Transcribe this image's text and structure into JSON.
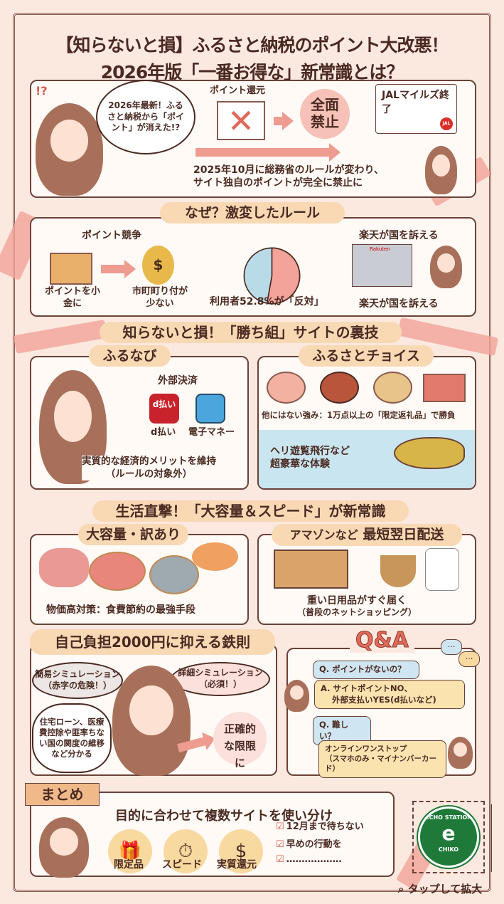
{
  "title": {
    "line1": "【知らないと損】ふるさと納税のポイント大改悪！",
    "line2": "2026年版「一番お得な」新常識とは？"
  },
  "intro": {
    "exclaim": "!?",
    "bubble": "2026年最新！ふるさと納税から「ポイント」が消えた!?",
    "point_label": "ポイント還元",
    "ban": "全面禁止",
    "jal": "JALマイルズ終了",
    "jal_logo": "JAL",
    "note_line1": "2025年10月に総務省のルールが変わり、",
    "note_line2": "サイト独自のポイントが完全に禁止に"
  },
  "why": {
    "header": "なぜ？激変したルール",
    "competition": "ポイント競争",
    "box_caption": "ポイントを小金に",
    "coins_caption": "市町町り付が少ない",
    "coin_symbol": "$",
    "poll_caption": "利用者52.8%が「反対」",
    "oppose_percent": 52.8,
    "rakuten_top": "楽天が国を訴える",
    "rakuten_bottom": "楽天が国を訴える",
    "building_sign": "Rakuten",
    "colors": {
      "oppose": "#f4a39a",
      "other": "#b9dbe8"
    }
  },
  "winners": {
    "header": "知らないと損！「勝ち組」サイトの裏技",
    "furunavi": {
      "header": "ふるなび",
      "external": "外部決済",
      "dpay_icon": "d払い",
      "dpay": "d払い",
      "emoney": "電子マネー",
      "merit1": "実質的な経済的メリットを維持",
      "merit2": "（ルールの対象外）"
    },
    "choice": {
      "header": "ふるさとチョイス",
      "strength": "他にはない強み：1万点以上の「限定返礼品」で勝負",
      "heli1": "ヘリ遊覧飛行など",
      "heli2": "超豪華な体験"
    }
  },
  "life": {
    "header": "生活直撃！「大容量＆スピード」が新常識",
    "bulk": {
      "header": "大容量・訳あり",
      "caption": "物価高対策：食費節約の最強手段"
    },
    "amazon": {
      "header_a": "アマゾンなど",
      "header_b": "最短翌日配送",
      "caption1": "重い日用品がすぐ届く",
      "caption2": "（普段のネットショッピング）"
    }
  },
  "rule": {
    "header": "自己負担2000円に抑える鉄則",
    "simple1": "簡易シミュレーション",
    "simple2": "（赤字の危険！）",
    "detail1": "詳細シミュレーション",
    "detail2": "（必須！）",
    "deduct": "住宅ローン、医療費控除や匪率ちない国の関度の維移など分かる",
    "accurate": "正確的な限限に"
  },
  "qa": {
    "header": "Q&A",
    "dots": "…",
    "q1": "Q. ポイントがないの？",
    "a1_line1": "A. サイトポイントNO、",
    "a1_line2": "外部支払いYES(d払いなど)",
    "q2": "Q. 難しい？",
    "a2_line1": "オンラインワンストップ",
    "a2_line2": "（スマホのみ・マイナンバーカード）"
  },
  "summary": {
    "label": "まとめ",
    "headline": "目的に合わせて複数サイトを使い分け",
    "items": [
      {
        "label": "限定品",
        "icon": "🎁"
      },
      {
        "label": "スピード",
        "icon": "⏱"
      },
      {
        "label": "実質還元",
        "icon": "$"
      }
    ],
    "checks": [
      "12月まで待ちない",
      "早めの行動を",
      "………………"
    ],
    "check_mark": "☑"
  },
  "logo": {
    "top": "ECHO STATION",
    "bottom": "CHIKO",
    "mark": "e"
  },
  "zoom": {
    "icon": "⌕",
    "label": "タップして拡大"
  }
}
